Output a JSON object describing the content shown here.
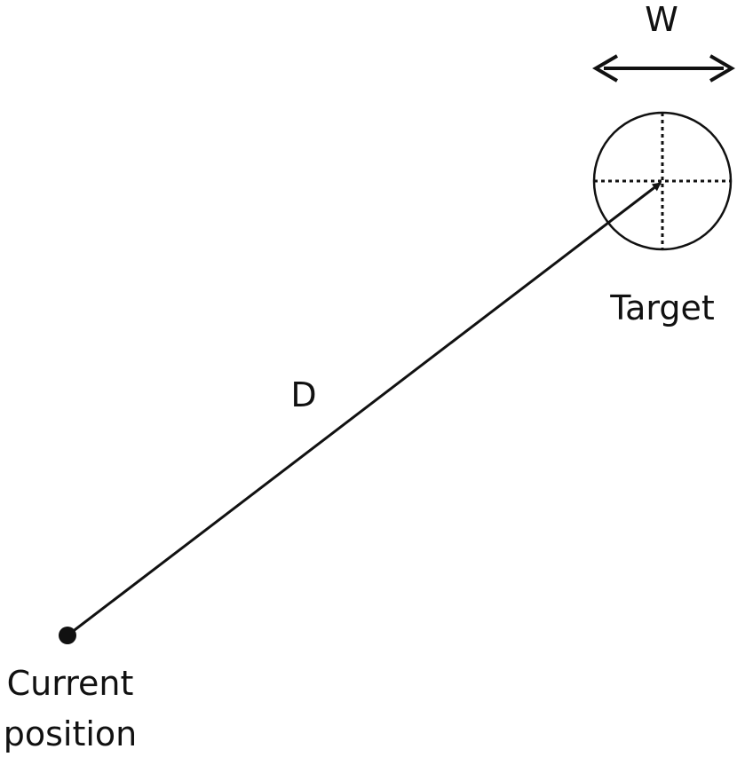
{
  "labels": {
    "width": "W",
    "target": "Target",
    "distance": "D",
    "current_line1": "Current",
    "current_line2": "position"
  },
  "colors": {
    "stroke": "#111111",
    "background": "#ffffff"
  }
}
